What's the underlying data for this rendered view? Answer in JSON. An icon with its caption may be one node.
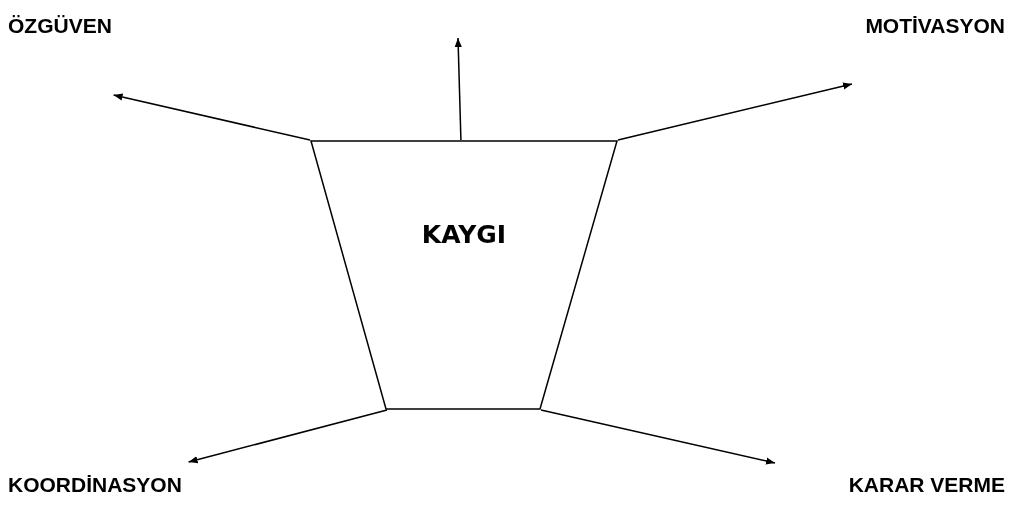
{
  "diagram": {
    "nodes": [
      {
        "text": [
          "KAYGI"
        ]
      },
      {
        "text": [
          "ÖZGÜVEN"
        ]
      },
      {
        "text": [
          "MOTİVASYON"
        ]
      },
      {
        "text": [
          "KOORDİNASYON"
        ]
      },
      {
        "text": [
          "KARAR VERME"
        ]
      }
    ],
    "edges": [
      {
        "from": 0,
        "to": 1,
        "arrow": "to"
      },
      {
        "from": 0,
        "to": null,
        "arrow": "to"
      },
      {
        "from": 0,
        "to": 2,
        "arrow": "to"
      },
      {
        "from": 0,
        "to": 3,
        "arrow": "to"
      },
      {
        "from": 0,
        "to": 4,
        "arrow": "to"
      }
    ]
  }
}
